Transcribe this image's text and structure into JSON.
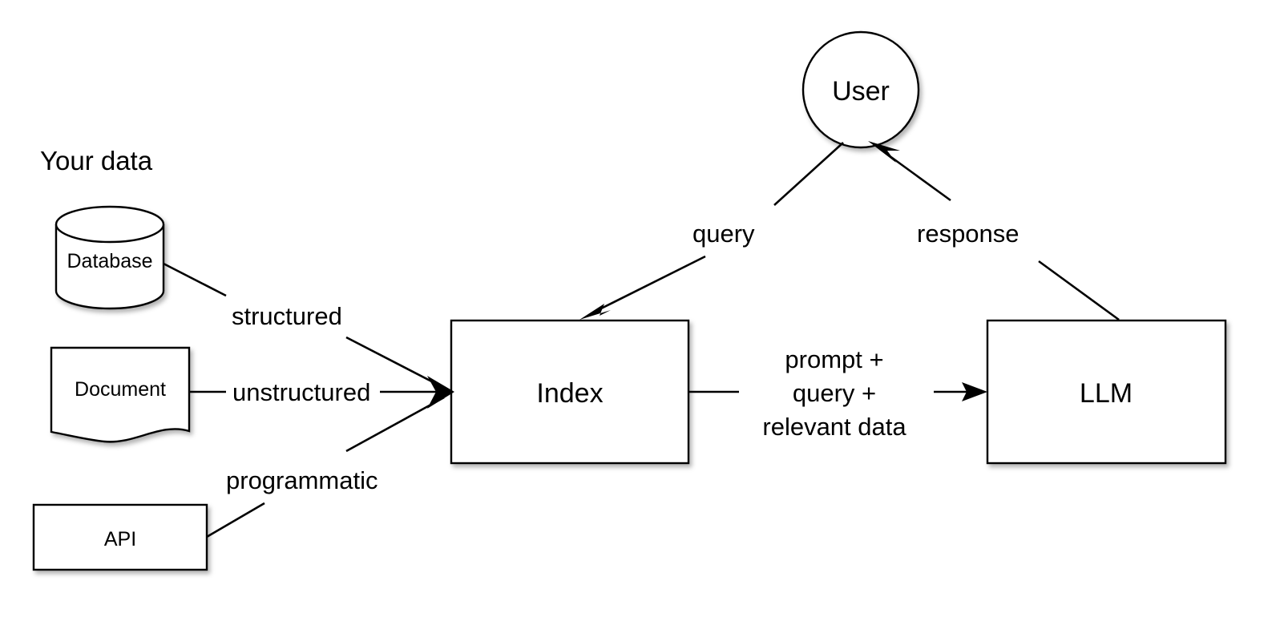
{
  "diagram": {
    "title": "Your data",
    "background_color": "#ffffff",
    "line_color": "#000000",
    "shape_fill": "#ffffff",
    "nodes": [
      {
        "id": "database",
        "label": "Database",
        "shape": "cylinder"
      },
      {
        "id": "document",
        "label": "Document",
        "shape": "document"
      },
      {
        "id": "api",
        "label": "API",
        "shape": "rectangle"
      },
      {
        "id": "index",
        "label": "Index",
        "shape": "rectangle"
      },
      {
        "id": "user",
        "label": "User",
        "shape": "circle"
      },
      {
        "id": "llm",
        "label": "LLM",
        "shape": "rectangle"
      }
    ],
    "edges": [
      {
        "id": "db-index",
        "from": "database",
        "to": "index",
        "label": "structured",
        "arrow": true
      },
      {
        "id": "doc-index",
        "from": "document",
        "to": "index",
        "label": "unstructured",
        "arrow": true
      },
      {
        "id": "api-index",
        "from": "api",
        "to": "index",
        "label": "programmatic",
        "arrow": true
      },
      {
        "id": "user-index",
        "from": "user",
        "to": "index",
        "label": "query",
        "arrow": true
      },
      {
        "id": "index-llm",
        "from": "index",
        "to": "llm",
        "label": "prompt + query + relevant data",
        "arrow": true
      },
      {
        "id": "llm-user",
        "from": "llm",
        "to": "user",
        "label": "response",
        "arrow": true
      }
    ],
    "edge_labels": {
      "structured": "structured",
      "unstructured": "unstructured",
      "programmatic": "programmatic",
      "query": "query",
      "response": "response",
      "prompt_line1": "prompt +",
      "prompt_line2": "query +",
      "prompt_line3": "relevant data"
    }
  }
}
